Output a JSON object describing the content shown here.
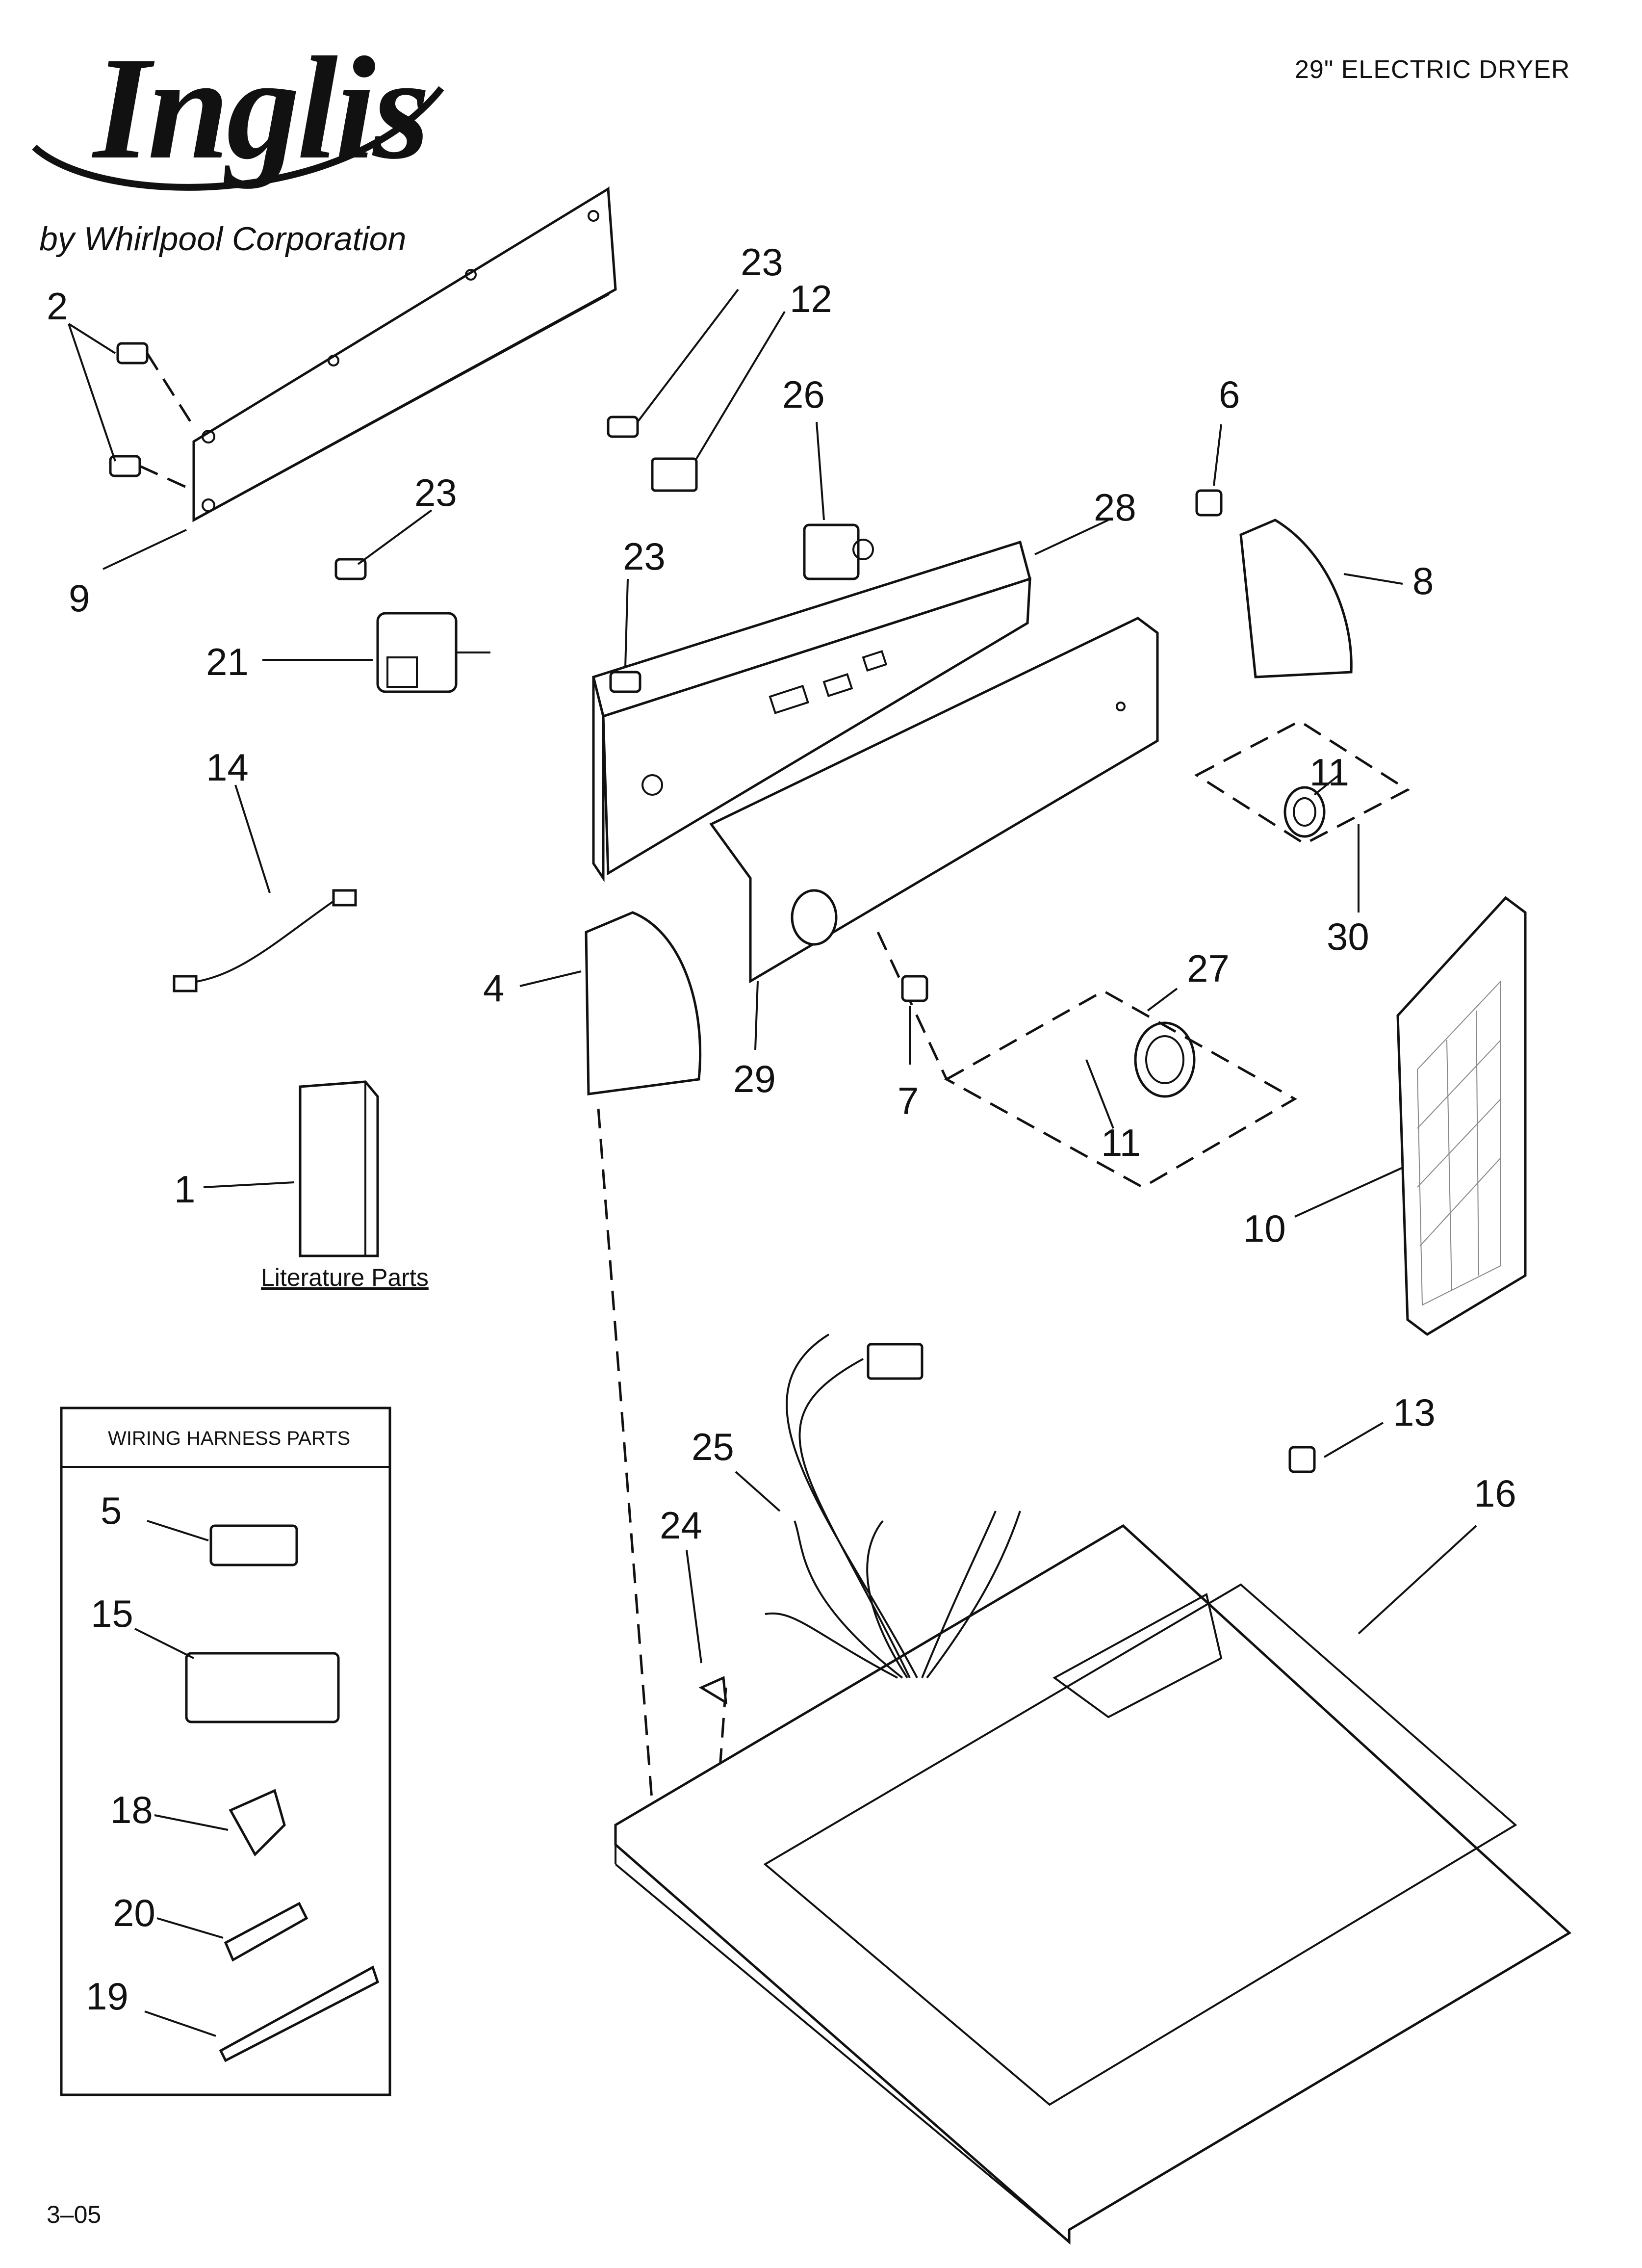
{
  "header": {
    "brand_logo": "Inglis",
    "brand_sub": "by Whirlpool Corporation",
    "title": "29\" ELECTRIC DRYER"
  },
  "captions": {
    "literature": "Literature Parts",
    "harness": "WIRING HARNESS PARTS"
  },
  "footer": {
    "code": "3–05"
  },
  "callouts": [
    {
      "id": "c2",
      "text": "2"
    },
    {
      "id": "c9",
      "text": "9"
    },
    {
      "id": "c23a",
      "text": "23"
    },
    {
      "id": "c23b",
      "text": "23"
    },
    {
      "id": "c23c",
      "text": "23"
    },
    {
      "id": "c12",
      "text": "12"
    },
    {
      "id": "c26",
      "text": "26"
    },
    {
      "id": "c21",
      "text": "21"
    },
    {
      "id": "c28",
      "text": "28"
    },
    {
      "id": "c6",
      "text": "6"
    },
    {
      "id": "c8",
      "text": "8"
    },
    {
      "id": "c11a",
      "text": "11"
    },
    {
      "id": "c30",
      "text": "30"
    },
    {
      "id": "c14",
      "text": "14"
    },
    {
      "id": "c4",
      "text": "4"
    },
    {
      "id": "c29",
      "text": "29"
    },
    {
      "id": "c7",
      "text": "7"
    },
    {
      "id": "c27",
      "text": "27"
    },
    {
      "id": "c11b",
      "text": "11"
    },
    {
      "id": "c1",
      "text": "1"
    },
    {
      "id": "c10",
      "text": "10"
    },
    {
      "id": "c13",
      "text": "13"
    },
    {
      "id": "c16",
      "text": "16"
    },
    {
      "id": "c25",
      "text": "25"
    },
    {
      "id": "c24",
      "text": "24"
    },
    {
      "id": "c5",
      "text": "5"
    },
    {
      "id": "c15",
      "text": "15"
    },
    {
      "id": "c18",
      "text": "18"
    },
    {
      "id": "c20",
      "text": "20"
    },
    {
      "id": "c19",
      "text": "19"
    }
  ]
}
